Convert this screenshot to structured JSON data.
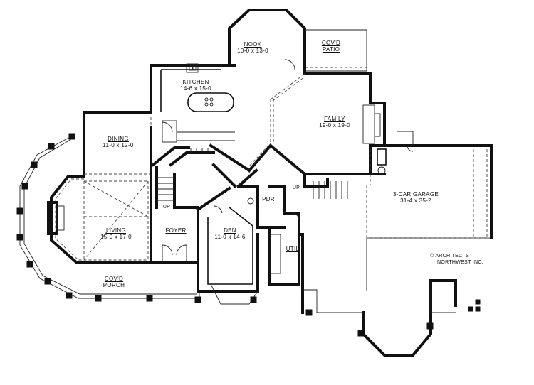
{
  "rooms": {
    "nook": {
      "name": "NOOK",
      "dims": "10-0 x 13-0"
    },
    "patio": {
      "name": "COV'D",
      "name2": "PATIO"
    },
    "kitchen": {
      "name": "KITCHEN",
      "dims": "14-6 x 15-0"
    },
    "family": {
      "name": "FAMILY",
      "dims": "19-0 x 19-0"
    },
    "dining": {
      "name": "DINING",
      "dims": "11-0 x 12-0"
    },
    "garage": {
      "name": "3-CAR GARAGE",
      "dims": "31-4 x 35-2"
    },
    "living": {
      "name": "LIVING",
      "dims": "15-0 x 17-0"
    },
    "foyer": {
      "name": "FOYER"
    },
    "den": {
      "name": "DEN",
      "dims": "11-0 x 14-6"
    },
    "pdr": {
      "name": "PDR"
    },
    "util": {
      "name": "UTIL"
    },
    "porch": {
      "name": "COV'D",
      "name2": "PORCH"
    }
  },
  "stairs": {
    "up1": "UP",
    "up2": "UP"
  },
  "credit": {
    "line1": "© ARCHITECTS",
    "line2": "NORTHWEST INC."
  }
}
